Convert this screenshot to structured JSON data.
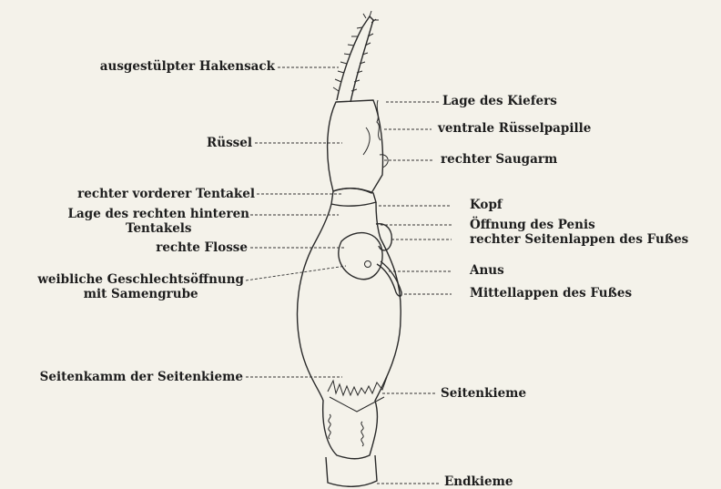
{
  "labels": {
    "ausgestuelpter_hakensack": "ausgestülpter Hakensack",
    "ruessel": "Rüssel",
    "rechter_vorderer_tentakel": "rechter vorderer Tentakel",
    "lage_hinterer_tentakel": "Lage des rechten hinteren\nTentakels",
    "rechte_flosse": "rechte Flosse",
    "weibliche_oeffnung": "weibliche Geschlechtsöffnung\nmit Samengrube",
    "seitenkamm": "Seitenkamm der Seitenkieme",
    "lage_des_kiefers": "Lage des Kiefers",
    "ventrale_ruesselpapille": "ventrale Rüsselpapille",
    "rechter_saugarm": "rechter Saugarm",
    "kopf": "Kopf",
    "oeffnung_penis": "Öffnung des Penis",
    "seitenlappen_fuss": "rechter Seitenlappen des Fußes",
    "anus": "Anus",
    "mittellappen_fuss": "Mittellappen des Fußes",
    "seitenkieme": "Seitenkieme",
    "endkieme": "Endkieme"
  }
}
